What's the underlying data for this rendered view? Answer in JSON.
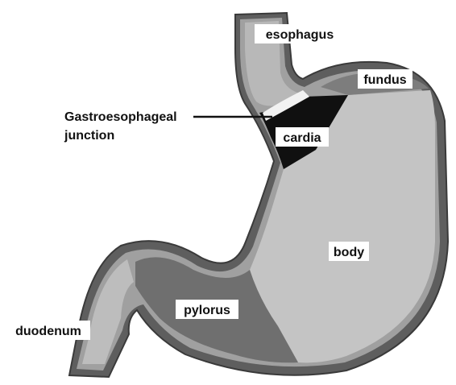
{
  "diagram": {
    "labels": {
      "esophagus": "esophagus",
      "fundus": "fundus",
      "gastroesophageal_line1": "Gastroesophageal",
      "gastroesophageal_line2": "junction",
      "cardia": "cardia",
      "body": "body",
      "pylorus": "pylorus",
      "duodenum": "duodenum"
    },
    "colors": {
      "outline": "#5e5e5e",
      "wall": "#a0a0a0",
      "body_fill": "#c4c4c4",
      "pylorus_fill": "#6f6f6f",
      "fundus_fill": "#7d7d7d",
      "cardia_fill": "#101010",
      "junction_fill": "#f2f2f2"
    }
  }
}
